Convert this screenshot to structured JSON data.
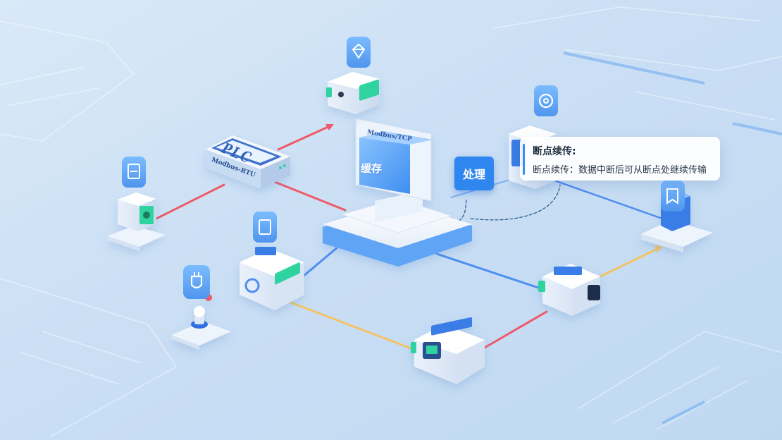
{
  "nodes": {
    "central_cache_label": "缓存",
    "monitor_caption": "Modbus/TCP",
    "switch_logo": "PLC",
    "switch_model": "Modbus-RTU",
    "process_badge": "处理"
  },
  "tooltip": {
    "title": "断点续传:",
    "body": "断点续传：数据中断后可从断点处继续传输"
  },
  "colors": {
    "background": "#cfe2f6",
    "accent_blue": "#2f86ee",
    "link_red": "#ef5a6a",
    "link_yellow": "#f2c464",
    "link_blue": "#4e8ef0",
    "device_green": "#2fd3a0"
  },
  "icons": [
    "shield-icon",
    "email-icon",
    "document-icon",
    "file-icon",
    "bookmark-icon",
    "power-plug-icon"
  ]
}
